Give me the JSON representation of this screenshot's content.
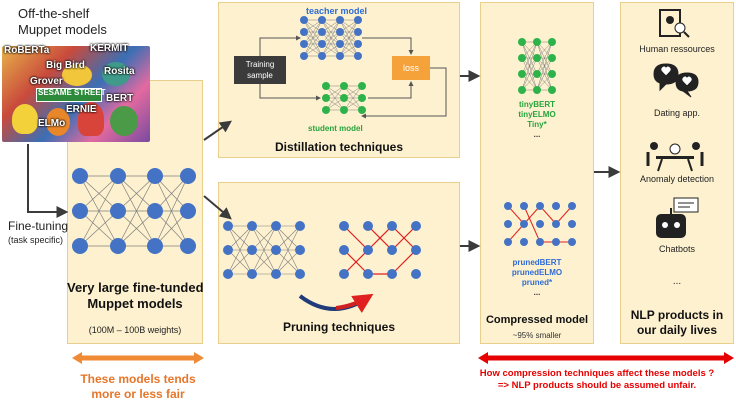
{
  "colors": {
    "panel": "#fdf1cf",
    "panel_border": "#e8cf8c",
    "node": "#4472c4",
    "edge": "#7f7f7f",
    "student_node": "#2db34a",
    "loss_box": "#f5a23b",
    "pruned_edge": "#e02020",
    "fair_arrow": "#f08a34",
    "unfair_arrow": "#e60000",
    "label_blue": "#2f6bd6",
    "label_green": "#26a43c",
    "unfair_text": "#e60000",
    "fair_text": "#e6762a"
  },
  "source": {
    "title_line1": "Off-the-shelf",
    "title_line2": "Muppet models",
    "muppet_names": [
      "RoBERTa",
      "KERMIT",
      "Big Bird",
      "Rosita",
      "Grover",
      "SESAME STREET",
      "ERNIE",
      "BERT",
      "ELMo"
    ]
  },
  "finetuning": {
    "label": "Fine-tuning",
    "sublabel": "(task specific)"
  },
  "large_models": {
    "title_line1": "Very large fine-tunded",
    "title_line2": "Muppet models",
    "weights": "(100M – 100B weights)",
    "fair_line1": "These models tends",
    "fair_line2": "more or less fair"
  },
  "distillation": {
    "teacher_label": "teacher model",
    "training_sample_line1": "Training",
    "training_sample_line2": "sample",
    "loss_label": "loss",
    "student_label": "student model",
    "title": "Distillation techniques"
  },
  "pruning": {
    "title": "Pruning techniques"
  },
  "compressed": {
    "distilled_names": [
      "tinyBERT",
      "tinyELMO",
      "Tiny*",
      "..."
    ],
    "pruned_names": [
      "prunedBERT",
      "prunedELMO",
      "pruned*",
      "..."
    ],
    "title": "Compressed model",
    "subtitle": "~95% smaller"
  },
  "products": {
    "items": [
      {
        "icon": "person-search-icon",
        "label": "Human ressources"
      },
      {
        "icon": "hearts-chat-icon",
        "label": "Dating app."
      },
      {
        "icon": "meeting-table-icon",
        "label": "Anomaly detection"
      },
      {
        "icon": "robot-chat-icon",
        "label": "Chatbots"
      }
    ],
    "ellipsis": "...",
    "title_line1": "NLP products in",
    "title_line2": "our daily lives"
  },
  "unfair": {
    "question": "How compression techniques affect these models ?",
    "conclusion": "=> NLP products should be assumed unfair."
  }
}
